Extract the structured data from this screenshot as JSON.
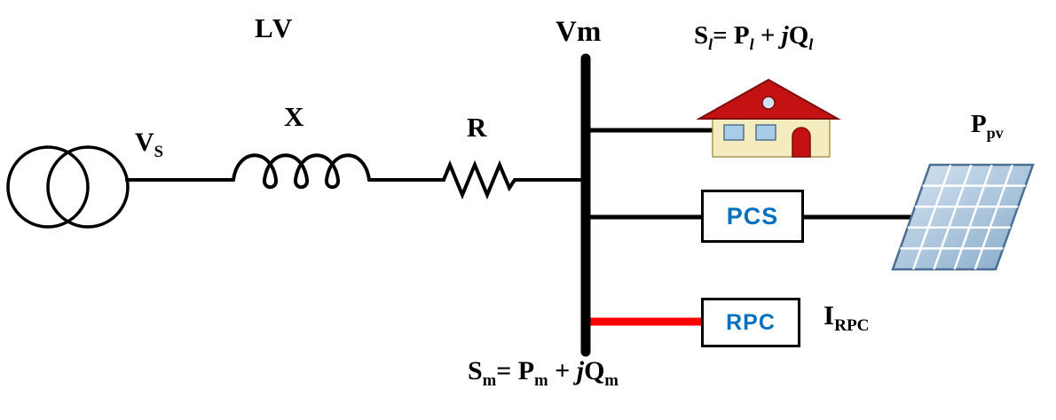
{
  "diagram": {
    "lv_label": "LV",
    "vm_label": "Vm",
    "x_label": "X",
    "r_label": "R",
    "vs": {
      "base": "V",
      "sub": "S"
    },
    "load_formula": {
      "s": "S",
      "s_sub": "l",
      "eq": "= P",
      "p_sub": "l",
      "plus": " + ",
      "j": "j",
      "q": "Q",
      "q_sub": "l"
    },
    "meter_formula": {
      "s": "S",
      "s_sub": "m",
      "eq": "= P",
      "p_sub": "m",
      "plus": " + ",
      "j": "j",
      "q": "Q",
      "q_sub": "m"
    },
    "pv_label": {
      "base": "P",
      "sub": "pv"
    },
    "irpc_label": {
      "base": "I",
      "sub": "RPC"
    },
    "pcs_box_label": "PCS",
    "rpc_box_label": "RPC"
  },
  "colors": {
    "wire_black": "#000000",
    "rpc_wire_red": "#ff0000",
    "box_text_blue": "#0070c0",
    "roof_red": "#c41212",
    "house_wall": "#f4ebbe",
    "window_blue": "#a9cde9",
    "panel_blue_light": "#d8e6f2",
    "panel_blue_dark": "#85a9c9"
  }
}
